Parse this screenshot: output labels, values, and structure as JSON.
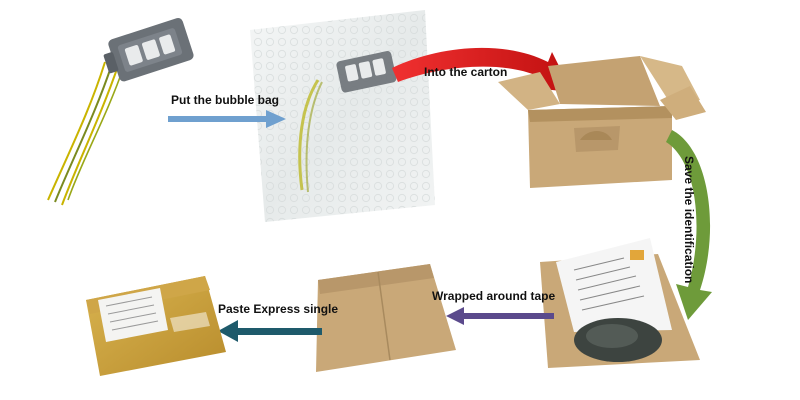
{
  "steps": {
    "bubble_bag": "Put the bubble bag",
    "into_carton": "Into the carton",
    "save_identification": "Save the identification",
    "wrapped_tape": "Wrapped around tape",
    "paste_express": "Paste Express single"
  },
  "colors": {
    "arrow_bubble_bag": "#6fa0cf",
    "arrow_into_carton": "#e01b1b",
    "arrow_save_identification": "#6e9b3a",
    "arrow_wrapped_tape": "#5b4a8c",
    "arrow_paste_express": "#1e5a6b",
    "cardboard": "#c9a878",
    "connector_body": "#6b7177",
    "wire_yellow": "#c9b400"
  },
  "icons": [
    "connector-with-wires-image",
    "bubble-bag-image",
    "open-carton-image",
    "carton-with-identification-image",
    "closed-carton-image",
    "taped-parcel-image"
  ]
}
